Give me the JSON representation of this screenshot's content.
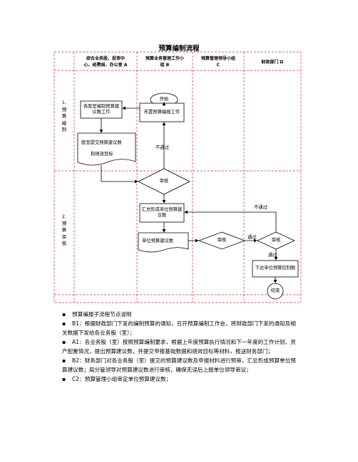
{
  "title": "预算编制流程",
  "columns": [
    {
      "line1": "综合业务股、投审中",
      "line2": "心、经费局、办公室 A"
    },
    {
      "line1": "预算业务管理工作小",
      "line2": "组 B"
    },
    {
      "line1": "预算管理领导小组",
      "line2": "C"
    },
    {
      "line1": "财政部门 D",
      "line2": ""
    }
  ],
  "phases": [
    {
      "label": "1.\n预\n算\n编\n制"
    },
    {
      "label": "2.\n预\n算\n审\n核"
    }
  ],
  "nodes": {
    "start": "开始",
    "a1_task": "各股室编制预算建议数工作",
    "b1_task": "布置预算编报工作",
    "a1_doc_l1": "股室提交预算建议数",
    "a1_doc_l2": "和绩效目标",
    "review1": "审核",
    "summary": "汇总形成单位预算建议数",
    "unit_doc": "单位预算建议数",
    "review_c": "审核",
    "review_d": "审核",
    "issue": "下达单位预算控制数",
    "end": "结束"
  },
  "edge_labels": {
    "fail1": "不通过",
    "fail2": "不通过",
    "pass1": "通过",
    "pass2": "通过"
  },
  "notes": [
    "预算编报子流程节点说明",
    "B1：根据财政部门下发的编制预算的通知，召开预算编制工作会，将财政部门下发的通知及相关数据下发给各业务股（室）；",
    "A1：各业务股（室）按照预算编制要求，根据上年度预算执行情况和下一年度的工作计划、资产配置情况，提出预算建议数，并提交申报基础数据和绩效目标等材料，报送财务部门；",
    "B2：财务部门对各业务股（室）提交的预算建议数及申报材料进行预审，汇总形成预算单位预算建议数；局分管领导对预算建议数进行审核，确保无误后上报单位领导审议；",
    "C2：预算管理小组审定单位预算建议数；"
  ]
}
